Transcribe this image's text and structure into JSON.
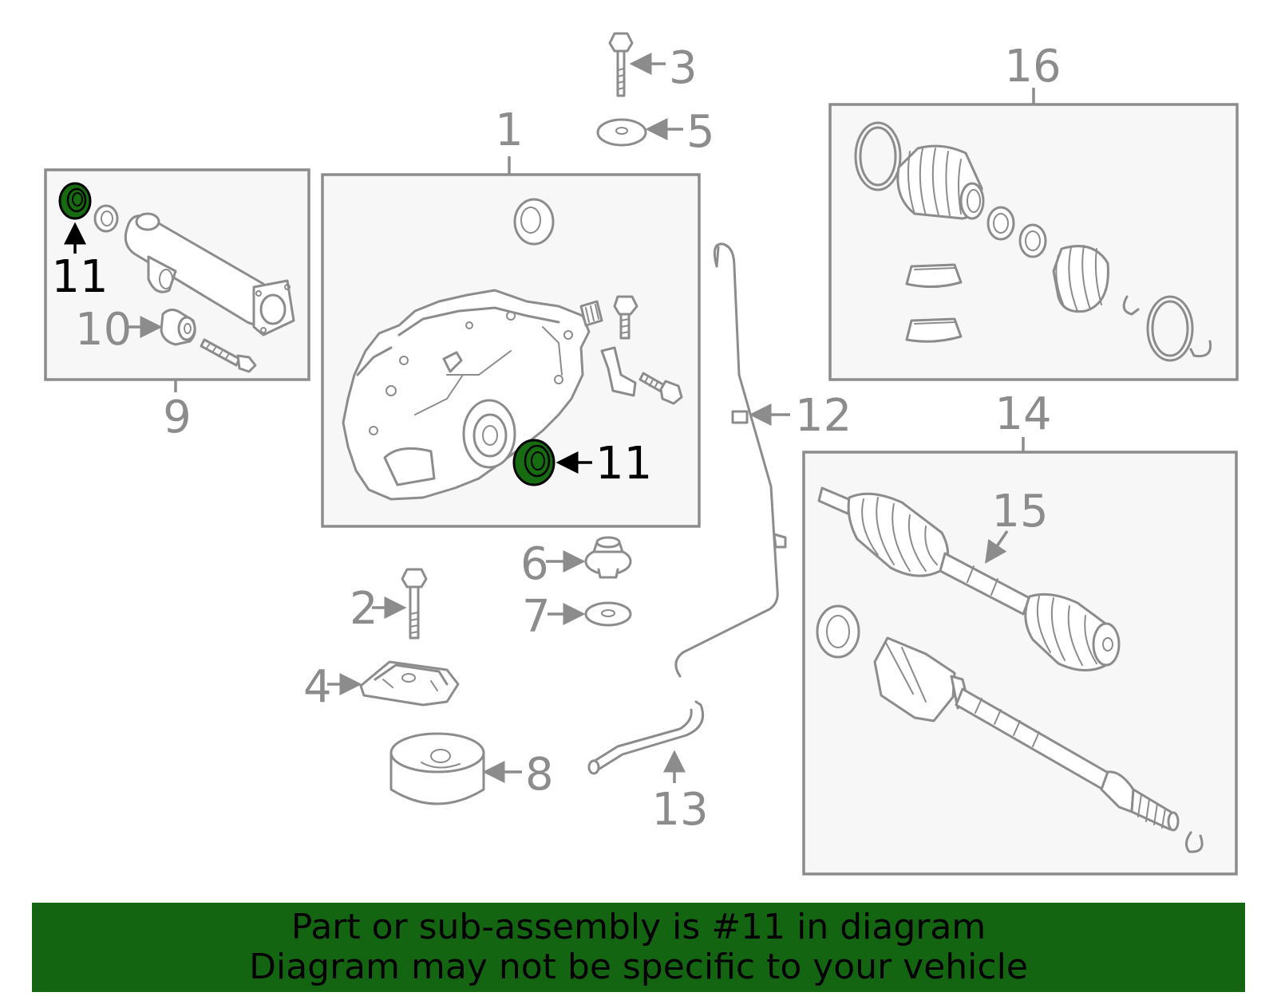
{
  "callouts": {
    "c1": "1",
    "c2": "2",
    "c3": "3",
    "c4": "4",
    "c5": "5",
    "c6": "6",
    "c7": "7",
    "c8": "8",
    "c9": "9",
    "c10": "10",
    "c11": "11",
    "c12": "12",
    "c13": "13",
    "c14": "14",
    "c15": "15",
    "c16": "16"
  },
  "highlight": {
    "part_number": "11",
    "color": "#146511"
  },
  "banner": {
    "line1": "Part or sub-assembly is #11 in diagram",
    "line2": "Diagram may not be specific to your vehicle"
  },
  "colors": {
    "stroke": "#8c8c8c",
    "box_fill": "#f7f7f7",
    "highlight_fill": "#176b10"
  }
}
